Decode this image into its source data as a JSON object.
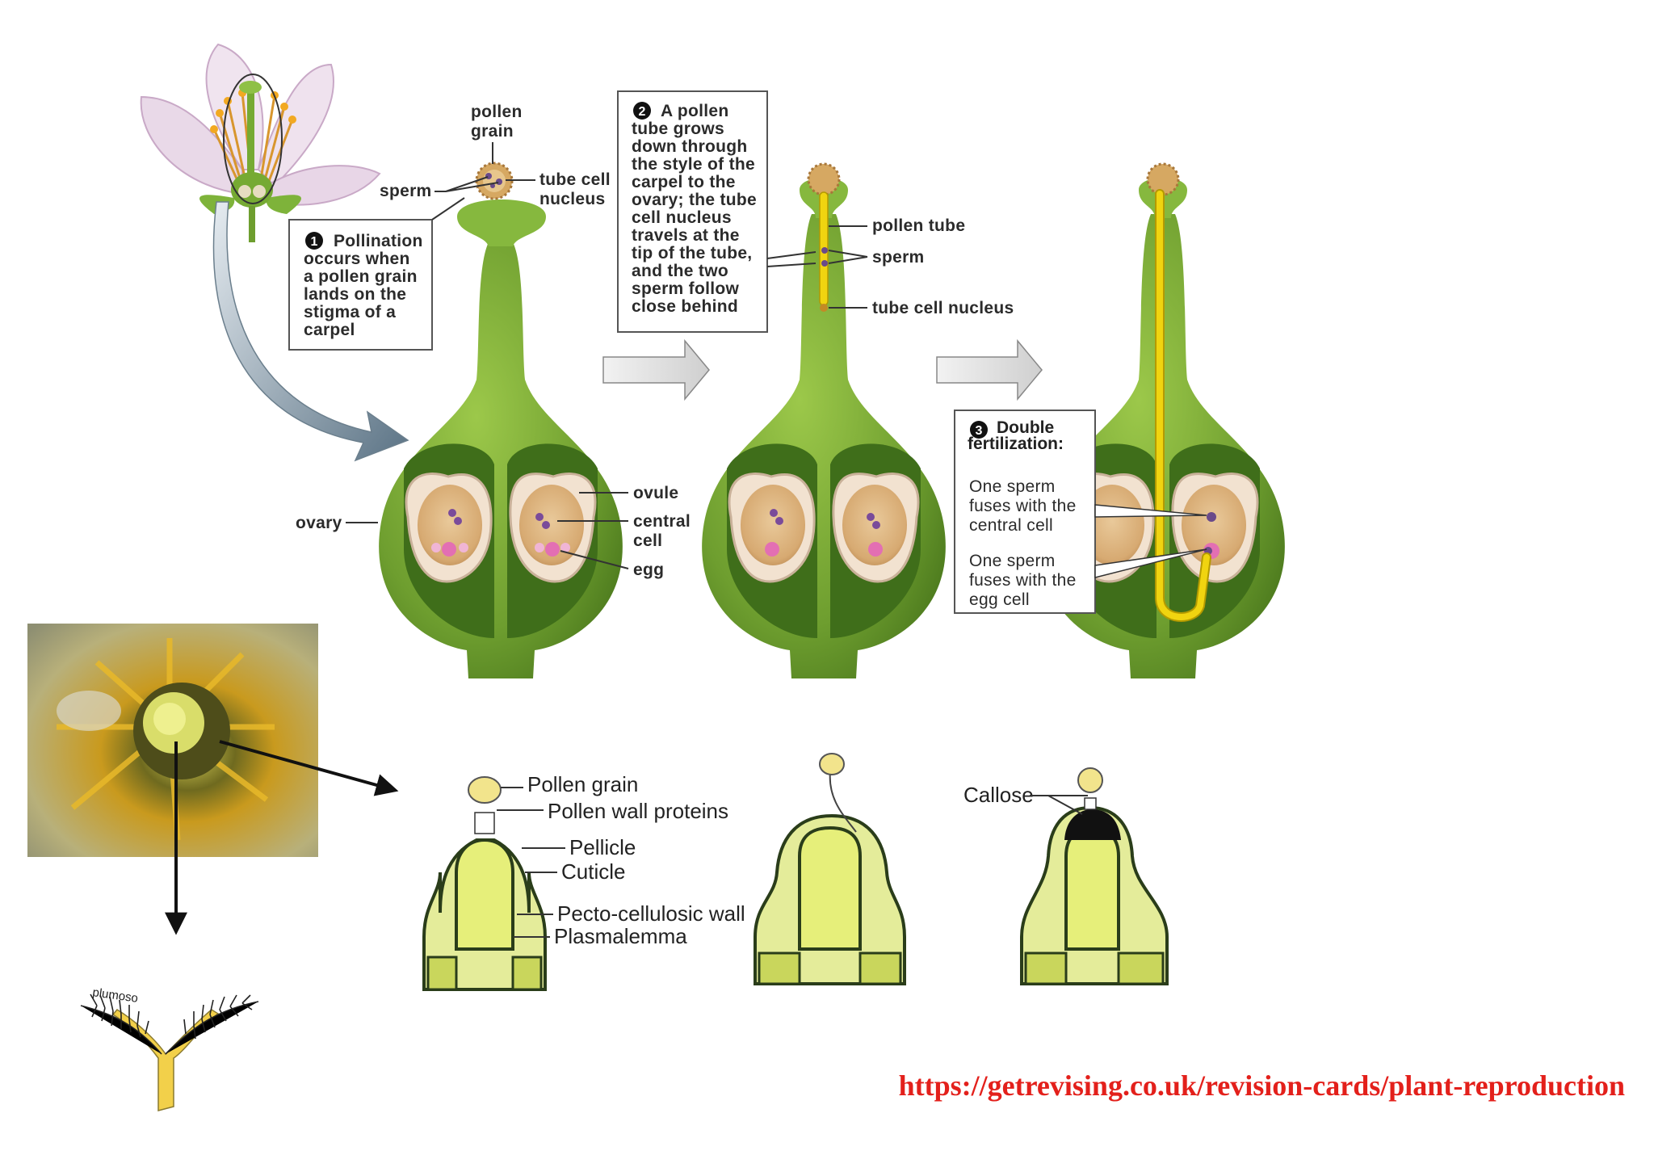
{
  "top": {
    "step1": {
      "num": "1",
      "lines": [
        "Pollination",
        "occurs when",
        "a pollen grain",
        "lands on the",
        "stigma of a",
        "carpel"
      ]
    },
    "pollen_grain": [
      "pollen",
      "grain"
    ],
    "sperm": "sperm",
    "tube_cell_nucleus": [
      "tube cell",
      "nucleus"
    ],
    "ovary": "ovary",
    "ovule": "ovule",
    "central_cell": [
      "central",
      "cell"
    ],
    "egg": "egg",
    "step2": {
      "num": "2",
      "lines": [
        "A pollen",
        "tube grows",
        "down through",
        "the style of the",
        "carpel to the",
        "ovary; the tube",
        "cell nucleus",
        "travels at the",
        "tip of the tube,",
        "and the two",
        "sperm follow",
        "close behind"
      ]
    },
    "pollen_tube": "pollen tube",
    "sperm2": "sperm",
    "tube_cell_nucleus2": "tube cell nucleus",
    "step3": {
      "num": "3",
      "title1": "Double",
      "title2": "fertilization:",
      "a": [
        "One sperm",
        "fuses with the",
        "central cell"
      ],
      "b": [
        "One sperm",
        "fuses with the",
        "egg cell"
      ]
    }
  },
  "bottom": {
    "pollen_grain": "Pollen grain",
    "pollen_wall_proteins": "Pollen wall proteins",
    "pellicle": "Pellicle",
    "cuticle": "Cuticle",
    "pecto_cellulosic_wall": "Pecto-cellulosic wall",
    "plasmalemma": "Plasmalemma",
    "callose": "Callose",
    "plumoso": "plumoso"
  },
  "footer": {
    "url": "https://getrevising.co.uk/revision-cards/plant-reproduction"
  },
  "colors": {
    "green": "#6e9e2f",
    "dark_green": "#3f6e1a",
    "pollen_tube": "#f0d410",
    "url_red": "#e3201b"
  }
}
